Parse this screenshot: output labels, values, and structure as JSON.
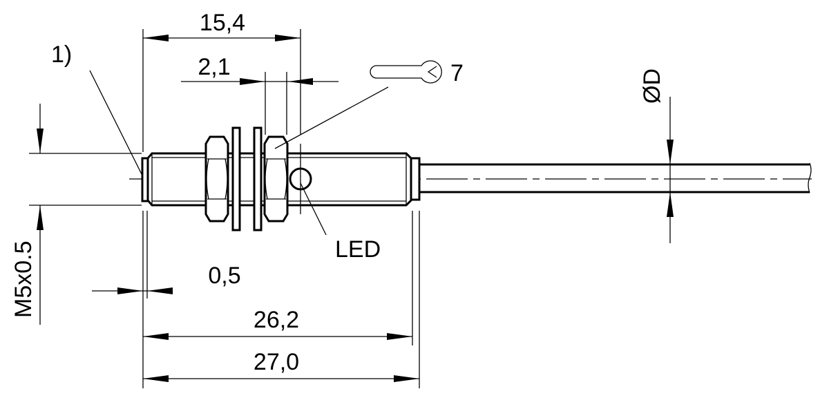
{
  "labels": {
    "note_marker": "1)",
    "led": "LED",
    "wrench_size": "7",
    "diameter": "ØD",
    "thread": "M5x0.5"
  },
  "dimensions": {
    "nut_span": "15,4",
    "nut_width": "2,1",
    "tip": "0,5",
    "body_length": "26,2",
    "total_length": "27,0"
  }
}
